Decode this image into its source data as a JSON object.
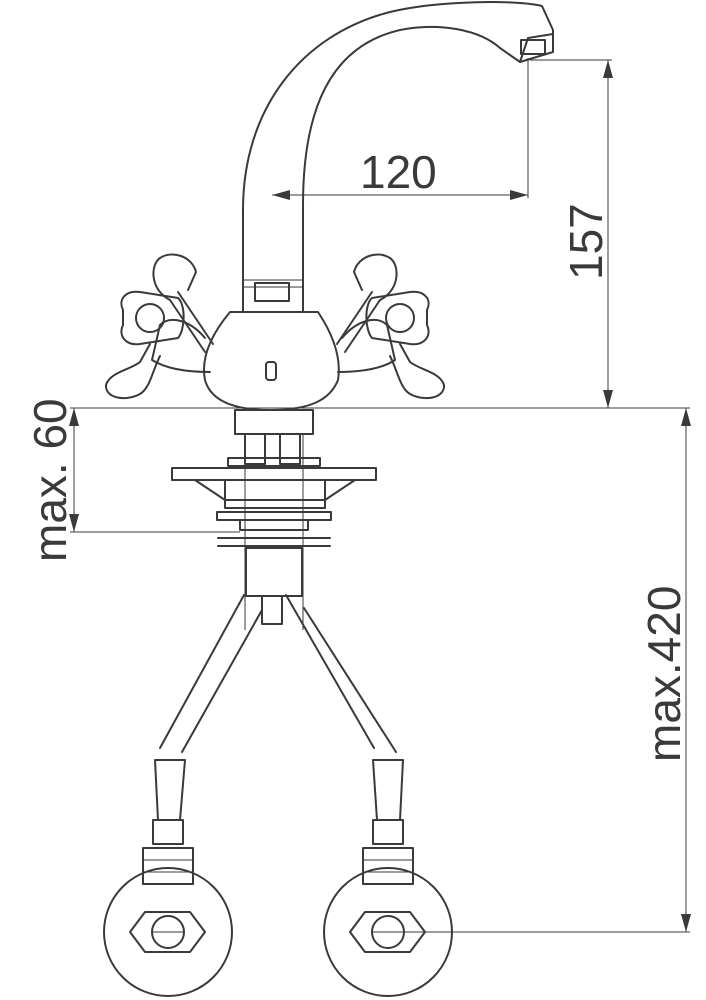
{
  "dimensions": {
    "spout_reach": "120",
    "spout_height": "157",
    "deck_thickness": "max. 60",
    "total_length": "max.420"
  },
  "colors": {
    "line": "#3a3a3a",
    "background": "#ffffff"
  }
}
